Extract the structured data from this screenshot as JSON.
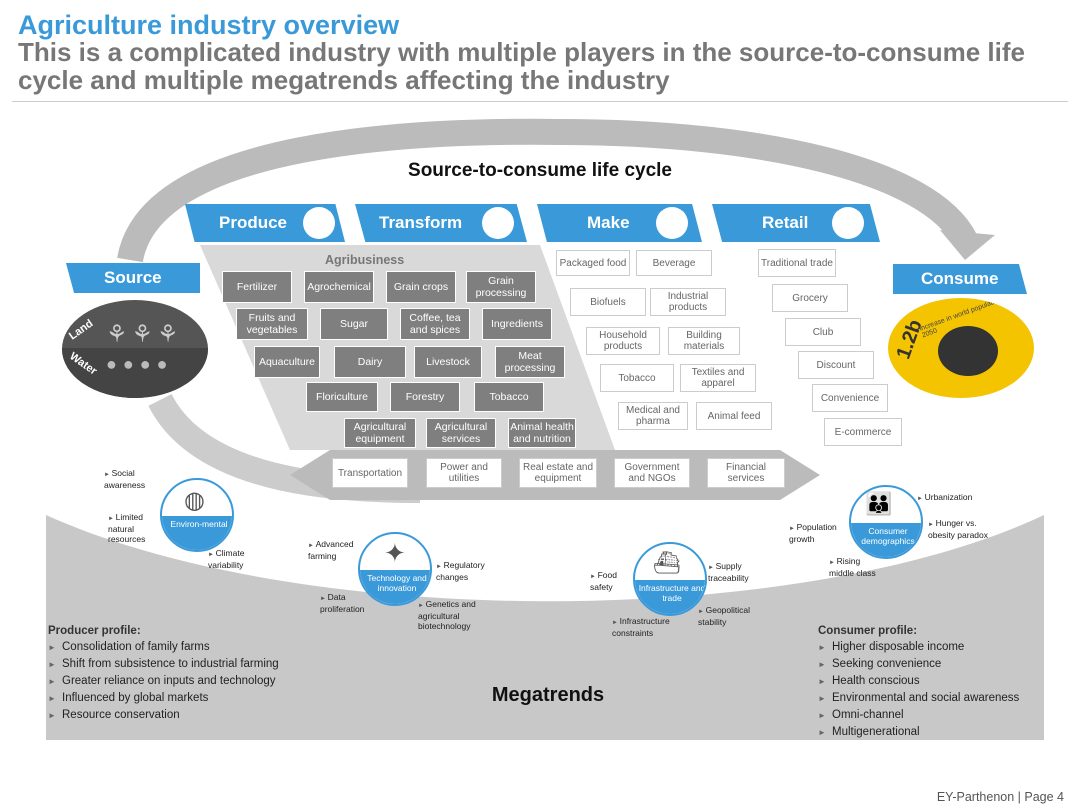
{
  "header": {
    "title": "Agriculture industry overview",
    "subtitle": "This is a complicated industry with multiple players in the source-to-consume life cycle and multiple megatrends affecting the industry"
  },
  "cycle": {
    "title": "Source-to-consume life cycle",
    "stages": [
      "Produce",
      "Transform",
      "Make",
      "Retail"
    ],
    "source": "Source",
    "consume": "Consume",
    "source_labels": {
      "land": "Land",
      "water": "Water"
    },
    "consume_label": "1.2b",
    "consume_caption": "increase in world population by 2050"
  },
  "agribusiness": {
    "title": "Agribusiness",
    "items": [
      "Fertilizer",
      "Agrochemical",
      "Grain crops",
      "Grain processing",
      "Fruits and vegetables",
      "Sugar",
      "Coffee, tea and spices",
      "Ingredients",
      "Aquaculture",
      "Dairy",
      "Livestock",
      "Meat processing",
      "Floriculture",
      "Forestry",
      "Tobacco",
      "Agricultural equipment",
      "Agricultural services",
      "Animal health and nutrition"
    ]
  },
  "make_items": [
    "Packaged food",
    "Beverage",
    "Biofuels",
    "Industrial products",
    "Household products",
    "Building materials",
    "Tobacco",
    "Textiles and apparel",
    "Medical and pharma",
    "Animal feed"
  ],
  "retail_items": [
    "Traditional trade",
    "Grocery",
    "Club",
    "Discount",
    "Convenience",
    "E-commerce"
  ],
  "support_services": [
    "Transportation",
    "Power and utilities",
    "Real estate and equipment",
    "Government and NGOs",
    "Financial services"
  ],
  "megatrends": {
    "title": "Megatrends",
    "environmental": {
      "label": "Environ-mental",
      "items": [
        "Social awareness",
        "Limited natural resources",
        "Climate variability"
      ]
    },
    "technology": {
      "label": "Technology and innovation",
      "items": [
        "Advanced farming",
        "Regulatory changes",
        "Data proliferation",
        "Genetics and agricultural biotechnology"
      ]
    },
    "infrastructure": {
      "label": "Infrastructure and trade",
      "items": [
        "Food safety",
        "Supply traceability",
        "Infrastructure constraints",
        "Geopolitical stability"
      ]
    },
    "consumer": {
      "label": "Consumer demographics",
      "items": [
        "Urbanization",
        "Population growth",
        "Hunger vs. obesity paradox",
        "Rising middle class"
      ]
    }
  },
  "producer_profile": {
    "title": "Producer profile:",
    "items": [
      "Consolidation of family farms",
      "Shift from subsistence to industrial farming",
      "Greater reliance on inputs and technology",
      "Influenced by global markets",
      "Resource conservation"
    ]
  },
  "consumer_profile": {
    "title": "Consumer profile:",
    "items": [
      "Higher disposable income",
      "Seeking convenience",
      "Health conscious",
      "Environmental and social awareness",
      "Omni-channel",
      "Multigenerational"
    ]
  },
  "footer": "EY-Parthenon  |  Page 4",
  "colors": {
    "accent": "#3a9ad9",
    "gray": "#7f7f7f",
    "yellow": "#f5c400"
  }
}
